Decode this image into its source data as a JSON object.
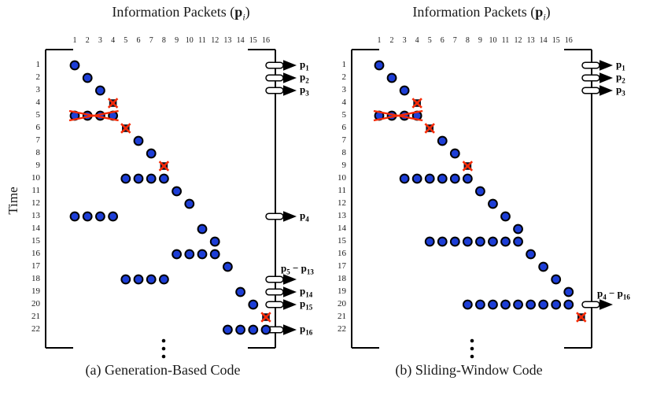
{
  "figure": {
    "label_separator": "−",
    "colors": {
      "packet_dot_fill": "#1d3ed6",
      "dot_outline": "#000000",
      "loss_cross_red": "#f52a05",
      "loss_square": "#10101c",
      "axis_line": "#000000",
      "background": "#ffffff",
      "text": "#1a1a1a"
    },
    "panels": [
      {
        "key": "a",
        "title": {
          "prefix": "Information Packets (",
          "vector": "p",
          "subscript": "i",
          "suffix": ")"
        },
        "y_axis_label": "Time",
        "caption": "(a) Generation-Based Code",
        "continuation_marker": "⋮",
        "packet_columns": [
          "1",
          "2",
          "3",
          "4",
          "5",
          "6",
          "7",
          "8",
          "9",
          "10",
          "11",
          "12",
          "13",
          "14",
          "15",
          "16"
        ],
        "time_rows": [
          "1",
          "2",
          "3",
          "4",
          "5",
          "6",
          "7",
          "8",
          "9",
          "10",
          "11",
          "12",
          "13",
          "14",
          "15",
          "16",
          "17",
          "18",
          "19",
          "20",
          "21",
          "22"
        ],
        "transmissions": [
          {
            "time": 1,
            "cols": [
              1
            ]
          },
          {
            "time": 2,
            "cols": [
              2
            ]
          },
          {
            "time": 3,
            "cols": [
              3
            ]
          },
          {
            "time": 5,
            "cols": [
              1,
              2,
              3,
              4
            ]
          },
          {
            "time": 7,
            "cols": [
              6
            ]
          },
          {
            "time": 8,
            "cols": [
              7
            ]
          },
          {
            "time": 10,
            "cols": [
              5,
              6,
              7,
              8
            ]
          },
          {
            "time": 11,
            "cols": [
              9
            ]
          },
          {
            "time": 12,
            "cols": [
              10
            ]
          },
          {
            "time": 13,
            "cols": [
              1,
              2,
              3,
              4
            ]
          },
          {
            "time": 14,
            "cols": [
              11
            ]
          },
          {
            "time": 15,
            "cols": [
              12
            ]
          },
          {
            "time": 16,
            "cols": [
              9,
              10,
              11,
              12
            ]
          },
          {
            "time": 17,
            "cols": [
              13
            ]
          },
          {
            "time": 18,
            "cols": [
              5,
              6,
              7,
              8
            ]
          },
          {
            "time": 19,
            "cols": [
              14
            ]
          },
          {
            "time": 20,
            "cols": [
              15
            ]
          },
          {
            "time": 22,
            "cols": [
              13,
              14,
              15,
              16
            ]
          }
        ],
        "lost_transmissions": [
          {
            "time": 4,
            "col": 4
          },
          {
            "time": 6,
            "col": 5
          },
          {
            "time": 9,
            "col": 8
          },
          {
            "time": 21,
            "col": 16
          }
        ],
        "lost_span": {
          "time": 5,
          "from_col": 1,
          "to_col": 4
        },
        "output_arrows": [
          {
            "time": 1,
            "label": [
              [
                "p",
                "1"
              ]
            ],
            "label_pos": "inline"
          },
          {
            "time": 2,
            "label": [
              [
                "p",
                "2"
              ]
            ],
            "label_pos": "inline"
          },
          {
            "time": 3,
            "label": [
              [
                "p",
                "3"
              ]
            ],
            "label_pos": "inline"
          },
          {
            "time": 13,
            "label": [
              [
                "p",
                "4"
              ]
            ],
            "label_pos": "inline"
          },
          {
            "time": 18,
            "label": [
              [
                "p",
                "5"
              ],
              [
                "p",
                "13"
              ]
            ],
            "label_pos": "above"
          },
          {
            "time": 19,
            "label": [
              [
                "p",
                "14"
              ]
            ],
            "label_pos": "inline"
          },
          {
            "time": 20,
            "label": [
              [
                "p",
                "15"
              ]
            ],
            "label_pos": "inline"
          },
          {
            "time": 22,
            "label": [
              [
                "p",
                "16"
              ]
            ],
            "label_pos": "inline"
          }
        ]
      },
      {
        "key": "b",
        "title": {
          "prefix": "Information Packets (",
          "vector": "p",
          "subscript": "i",
          "suffix": ")"
        },
        "y_axis_label": "",
        "caption": "(b) Sliding-Window Code",
        "continuation_marker": "⋮",
        "packet_columns": [
          "1",
          "2",
          "3",
          "4",
          "5",
          "6",
          "7",
          "8",
          "9",
          "10",
          "11",
          "12",
          "13",
          "14",
          "15",
          "16"
        ],
        "time_rows": [
          "1",
          "2",
          "3",
          "4",
          "5",
          "6",
          "7",
          "8",
          "9",
          "10",
          "11",
          "12",
          "13",
          "14",
          "15",
          "16",
          "17",
          "18",
          "19",
          "20",
          "21",
          "22"
        ],
        "transmissions": [
          {
            "time": 1,
            "cols": [
              1
            ]
          },
          {
            "time": 2,
            "cols": [
              2
            ]
          },
          {
            "time": 3,
            "cols": [
              3
            ]
          },
          {
            "time": 5,
            "cols": [
              1,
              2,
              3,
              4
            ]
          },
          {
            "time": 7,
            "cols": [
              6
            ]
          },
          {
            "time": 8,
            "cols": [
              7
            ]
          },
          {
            "time": 10,
            "cols": [
              3,
              4,
              5,
              6,
              7,
              8
            ]
          },
          {
            "time": 11,
            "cols": [
              9
            ]
          },
          {
            "time": 12,
            "cols": [
              10
            ]
          },
          {
            "time": 13,
            "cols": [
              11
            ]
          },
          {
            "time": 14,
            "cols": [
              12
            ]
          },
          {
            "time": 15,
            "cols": [
              5,
              6,
              7,
              8,
              9,
              10,
              11,
              12
            ]
          },
          {
            "time": 16,
            "cols": [
              13
            ]
          },
          {
            "time": 17,
            "cols": [
              14
            ]
          },
          {
            "time": 18,
            "cols": [
              15
            ]
          },
          {
            "time": 19,
            "cols": [
              16
            ]
          },
          {
            "time": 20,
            "cols": [
              8,
              9,
              10,
              11,
              12,
              13,
              14,
              15,
              16
            ]
          }
        ],
        "lost_transmissions": [
          {
            "time": 4,
            "col": 4
          },
          {
            "time": 6,
            "col": 5
          },
          {
            "time": 9,
            "col": 8
          },
          {
            "time": 21,
            "col": 17
          }
        ],
        "lost_span": {
          "time": 5,
          "from_col": 1,
          "to_col": 4
        },
        "output_arrows": [
          {
            "time": 1,
            "label": [
              [
                "p",
                "1"
              ]
            ],
            "label_pos": "inline"
          },
          {
            "time": 2,
            "label": [
              [
                "p",
                "2"
              ]
            ],
            "label_pos": "inline"
          },
          {
            "time": 3,
            "label": [
              [
                "p",
                "3"
              ]
            ],
            "label_pos": "inline"
          },
          {
            "time": 20,
            "label": [
              [
                "p",
                "4"
              ],
              [
                "p",
                "16"
              ]
            ],
            "label_pos": "above"
          }
        ]
      }
    ]
  }
}
